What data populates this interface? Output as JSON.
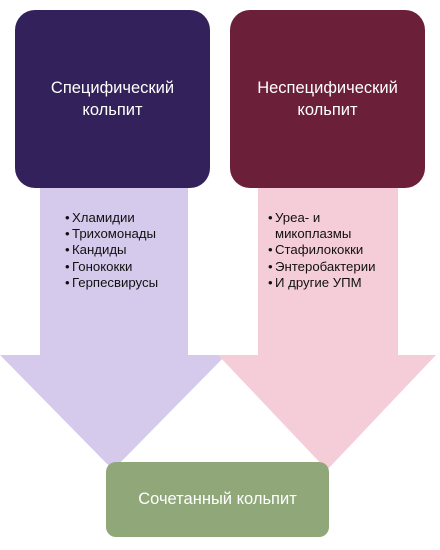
{
  "left": {
    "title": "Специфический кольпит",
    "items": [
      "Хламидии",
      "Трихомонады",
      "Кандиды",
      "Гонококки",
      "Герпесвирусы"
    ]
  },
  "right": {
    "title": "Неспецифический кольпит",
    "items": [
      "Уреа- и микоплазмы",
      "Стафилококки",
      "Энтеробактерии",
      "И другие УПМ"
    ]
  },
  "bottom": {
    "label": "Сочетанный кольпит"
  },
  "colors": {
    "left_box": "#32215a",
    "right_box": "#6b1f38",
    "left_arrow": "#d5c9ec",
    "right_arrow": "#f5cdd8",
    "bottom_box": "#8fa779"
  }
}
